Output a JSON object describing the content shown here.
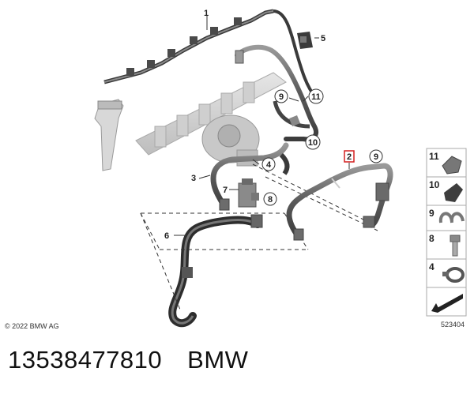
{
  "copyright": "© 2022 BMW AG",
  "diagram_id": "523404",
  "callouts": {
    "c1": "1",
    "c2": "2",
    "c3": "3",
    "c4": "4",
    "c5": "5",
    "c6": "6",
    "c7": "7",
    "c8": "8",
    "c9a": "9",
    "c9b": "9",
    "c10": "10",
    "c11": "11"
  },
  "legend": {
    "items": [
      {
        "num": "11",
        "icon": "clip-icon"
      },
      {
        "num": "10",
        "icon": "holder-icon"
      },
      {
        "num": "9",
        "icon": "double-clip-icon"
      },
      {
        "num": "8",
        "icon": "bolt-icon"
      },
      {
        "num": "4",
        "icon": "hose-clamp-icon"
      }
    ]
  },
  "footer": {
    "part_number": "13538477810",
    "brand": "BMW"
  }
}
